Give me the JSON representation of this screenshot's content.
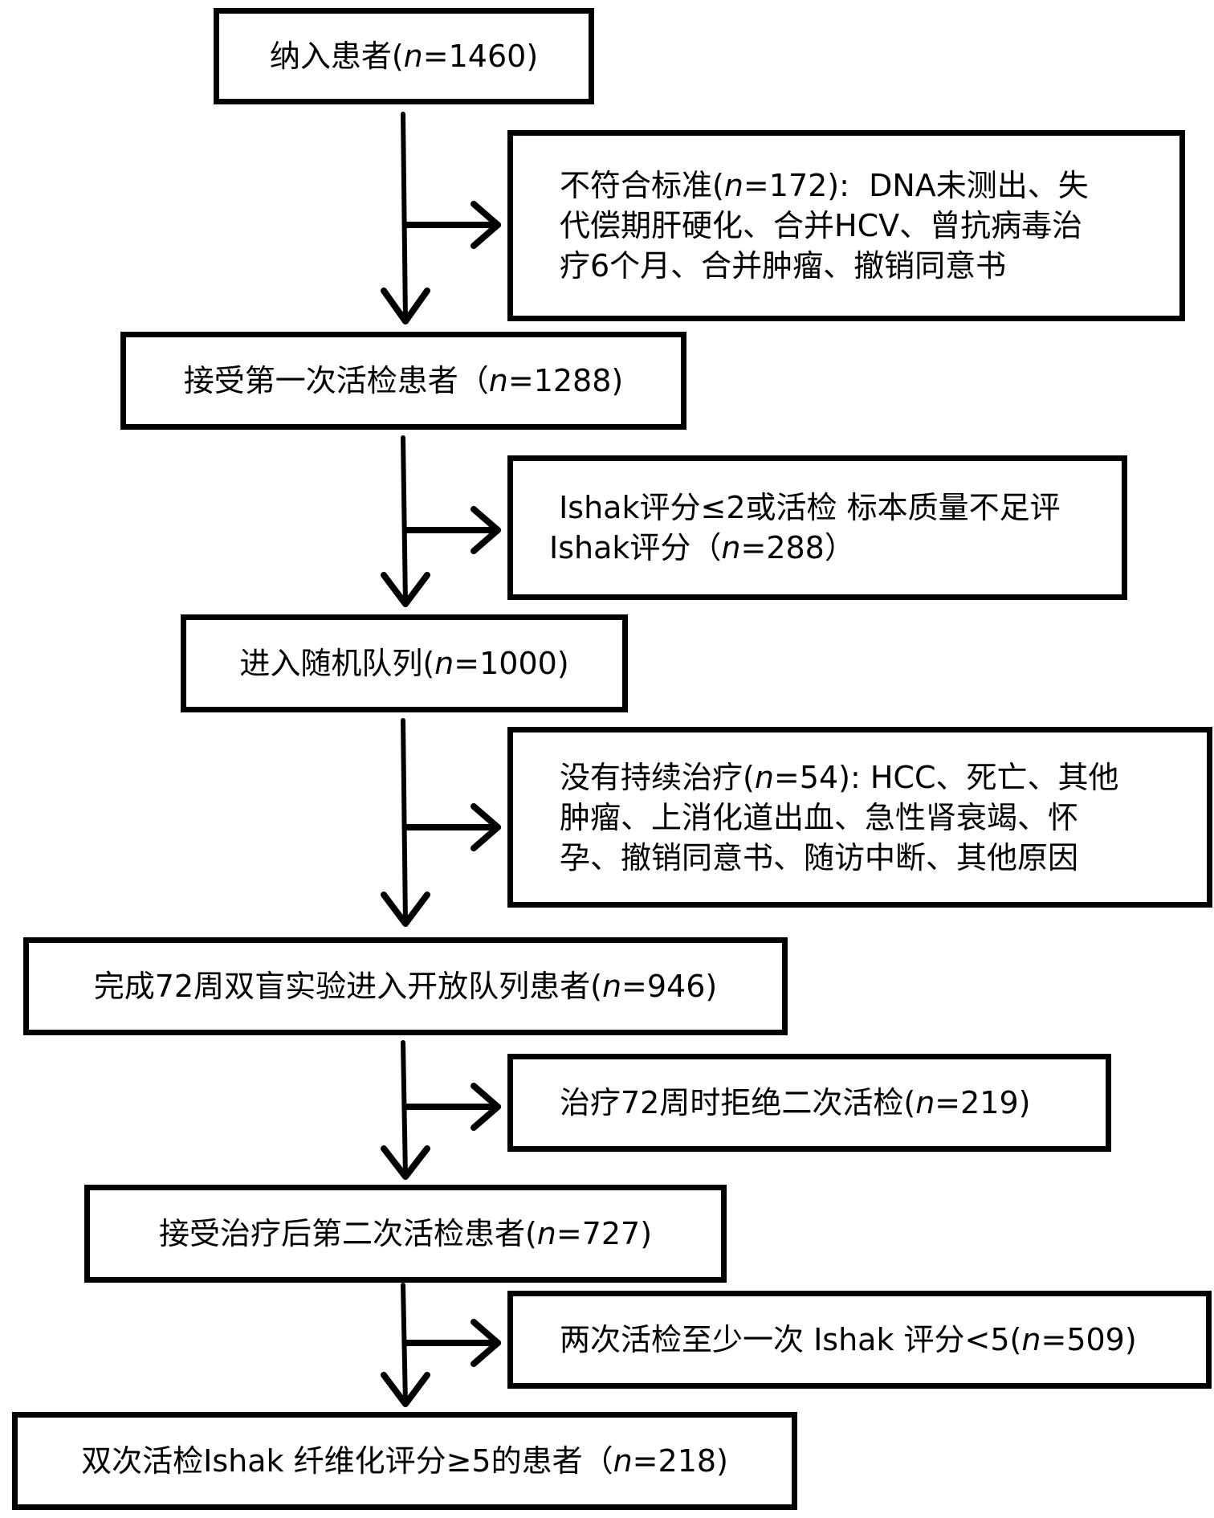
{
  "flowchart": {
    "main_steps": [
      {
        "label": "纳入患者(",
        "n": "1460",
        "suffix": ")"
      },
      {
        "label": "接受第一次活检患者（",
        "n": "1288",
        "suffix": ")"
      },
      {
        "label": "进入随机队列(",
        "n": "1000",
        "suffix": ")"
      },
      {
        "label": "完成72周双盲实验进入开放队列患者(",
        "n": "946",
        "suffix": ")"
      },
      {
        "label": "接受治疗后第二次活检患者(",
        "n": "727",
        "suffix": ")"
      },
      {
        "label": "双次活检Ishak 纤维化评分≥5的患者（",
        "n": "218",
        "suffix": ")"
      }
    ],
    "exclusions": [
      {
        "prefix": "不符合标准(",
        "n": "172",
        "text": "):  DNA未测出、失\n代偿期肝硬化、合并HCV、曾抗病毒治\n疗6个月、合并肿瘤、撤销同意书"
      },
      {
        "prefix": " Ishak评分≤2或活检 标本质量不足评\nIshak评分（",
        "n": "288",
        "text": "）"
      },
      {
        "prefix": "没有持续治疗(",
        "n": "54",
        "text": "): HCC、死亡、其他\n肿瘤、上消化道出血、急性肾衰竭、怀\n孕、撤销同意书、随访中断、其他原因"
      },
      {
        "prefix": "治疗72周时拒绝二次活检(",
        "n": "219",
        "text": ")"
      },
      {
        "prefix": "两次活检至少一次 Ishak 评分<5(",
        "n": "509",
        "text": ")"
      }
    ],
    "n_symbol": "n="
  }
}
